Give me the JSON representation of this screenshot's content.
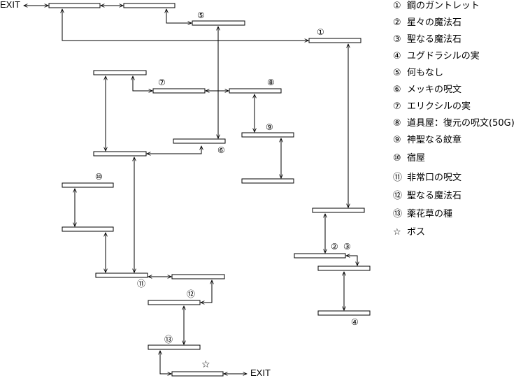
{
  "exits": {
    "top": "EXIT",
    "bottom": "EXIT"
  },
  "markers": {
    "m1": "①",
    "m5": "⑤",
    "m7": "⑦",
    "m8": "⑧",
    "m9": "⑨",
    "m6": "⑥",
    "m10": "⑩",
    "m11": "⑪",
    "m12": "⑫",
    "m13": "⑬",
    "m2": "②",
    "m3": "③",
    "m4": "④",
    "star": "☆"
  },
  "legend": [
    {
      "num": "①",
      "text": "鋼のガントレット"
    },
    {
      "num": "②",
      "text": "星々の魔法石"
    },
    {
      "num": "③",
      "text": "聖なる魔法石"
    },
    {
      "num": "④",
      "text": "ユグドラシルの実"
    },
    {
      "num": "⑤",
      "text": "何もなし"
    },
    {
      "num": "⑥",
      "text": "メッキの呪文"
    },
    {
      "num": "⑦",
      "text": "エリクシルの実"
    },
    {
      "num": "⑧",
      "text": "道具屋：復元の呪文(50G)"
    },
    {
      "num": "⑨",
      "text": "神聖なる紋章"
    },
    {
      "num": "⑩",
      "text": "宿屋"
    },
    {
      "num": "⑪",
      "text": "非常口の呪文"
    },
    {
      "num": "⑫",
      "text": "聖なる魔法石"
    },
    {
      "num": "⑬",
      "text": "薬花草の種"
    },
    {
      "num": "☆",
      "text": "ボス"
    }
  ]
}
